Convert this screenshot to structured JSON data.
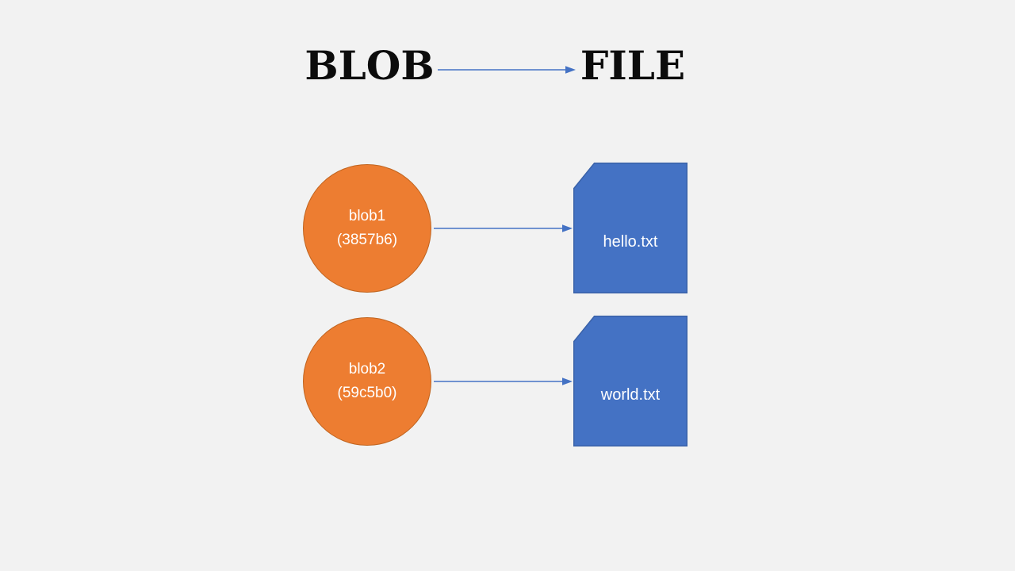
{
  "page": {
    "title_left": "BLOB",
    "title_right": "FILE"
  },
  "colors": {
    "background": "#f2f2f2",
    "title_text": "#0c0c0c",
    "blob_fill": "#ed7d31",
    "blob_border": "#c0641f",
    "file_fill": "#4472c4",
    "file_border": "#3a62a9",
    "arrow": "#4472c4",
    "shape_label": "#ffffff"
  },
  "mappings": [
    {
      "blob_name": "blob1",
      "blob_hash": "(3857b6)",
      "file_name": "hello.txt"
    },
    {
      "blob_name": "blob2",
      "blob_hash": "(59c5b0)",
      "file_name": "world.txt"
    }
  ]
}
